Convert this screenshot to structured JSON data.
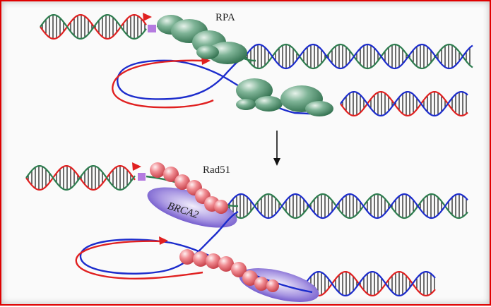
{
  "labels": {
    "top_protein": "RPA",
    "bottom_protein": "Rad51",
    "mediator": "BRCA2"
  },
  "colors": {
    "strand_red": "#e02020",
    "strand_green": "#2e7d4f",
    "strand_blue": "#1c2ccc",
    "rungs": "#222222",
    "rpa": "#4f9a72",
    "rad51": "#ef7f86",
    "brca2": "#6a4fc9",
    "end_marker": "#b57be0",
    "frame": "#e00000"
  },
  "arrow": "down-arrow"
}
